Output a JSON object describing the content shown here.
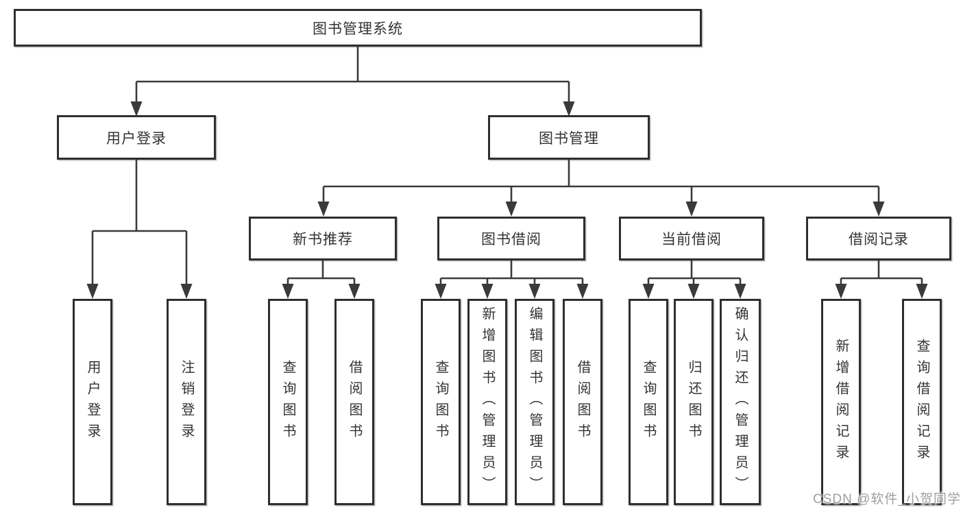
{
  "tree": {
    "root": {
      "label": "图书管理系统"
    },
    "children": [
      {
        "label": "用户登录",
        "children": [
          {
            "label": "用户登录"
          },
          {
            "label": "注销登录"
          }
        ]
      },
      {
        "label": "图书管理",
        "children": [
          {
            "label": "新书推荐",
            "children": [
              {
                "label": "查询图书"
              },
              {
                "label": "借阅图书"
              }
            ]
          },
          {
            "label": "图书借阅",
            "children": [
              {
                "label": "查询图书"
              },
              {
                "label": "新增图书（管理员）"
              },
              {
                "label": "编辑图书（管理员）"
              },
              {
                "label": "借阅图书"
              }
            ]
          },
          {
            "label": "当前借阅",
            "children": [
              {
                "label": "查询图书"
              },
              {
                "label": "归还图书"
              },
              {
                "label": "确认归还（管理员）"
              }
            ]
          },
          {
            "label": "借阅记录",
            "children": [
              {
                "label": "新增借阅记录"
              },
              {
                "label": "查询借阅记录"
              }
            ]
          }
        ]
      }
    ]
  },
  "watermark": {
    "text": "CSDN @软件_小贺同学"
  },
  "colors": {
    "box_border": "#2e2e2e",
    "connector": "#3a3a3a",
    "text": "#333333",
    "watermark": "#9e9e9e",
    "background": "#ffffff"
  }
}
